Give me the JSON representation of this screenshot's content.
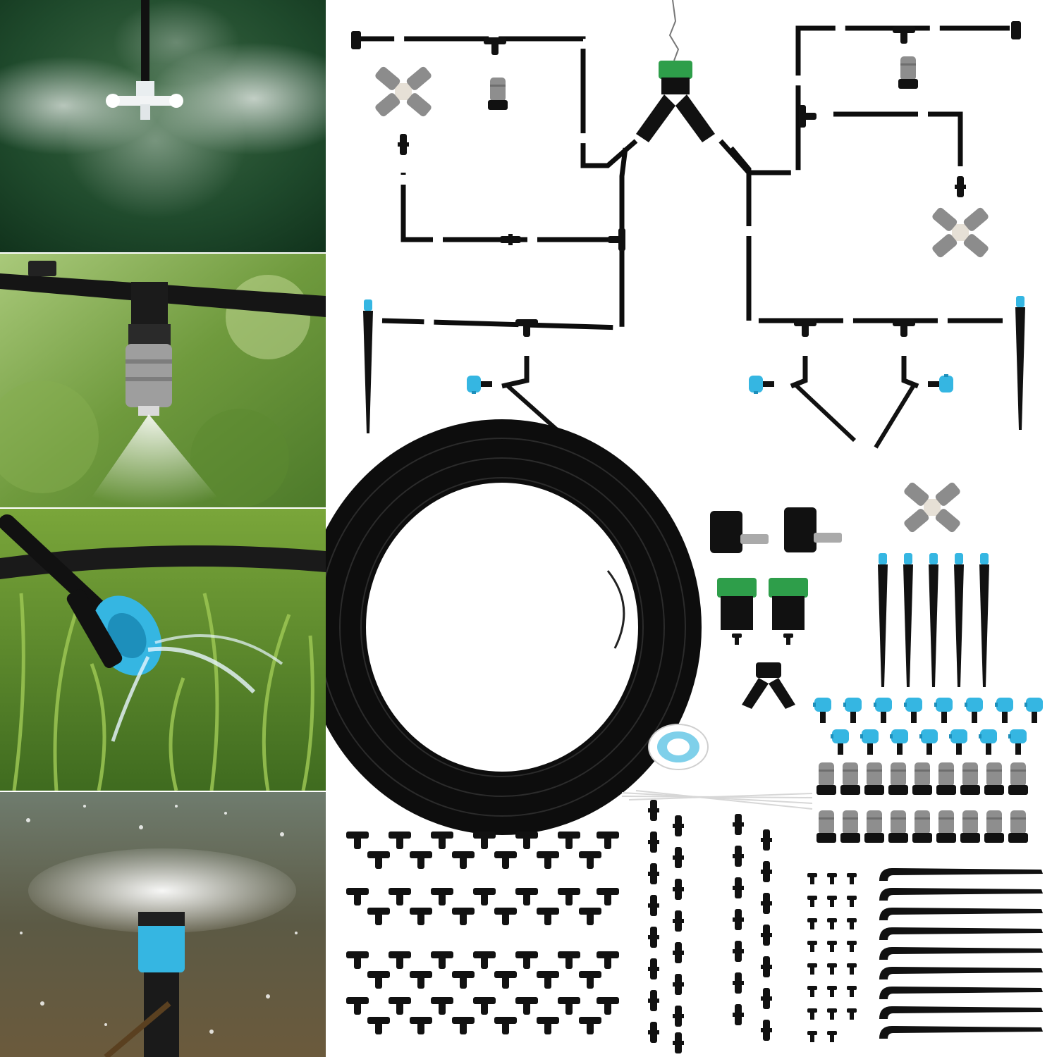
{
  "image": {
    "photos": [
      {
        "subject": "cross-mister-nozzle-spraying"
      },
      {
        "subject": "hanging-mist-nozzle-on-pipe"
      },
      {
        "subject": "blue-drip-emitter-in-grass"
      },
      {
        "subject": "blue-sprinkler-splash-on-soil"
      }
    ],
    "colors": {
      "tube": "#0d0d0d",
      "accent_blue": "#35b6e2",
      "fitting_gray": "#8c8c8c",
      "connector_green": "#2e9e4a",
      "grass_green": "#3f7a2a",
      "background": "#ffffff"
    },
    "icons": [
      "tee-connector-icon",
      "cross-mister-icon",
      "ground-stake-icon",
      "drip-emitter-icon",
      "y-splitter-icon",
      "hose-reel-icon"
    ]
  }
}
